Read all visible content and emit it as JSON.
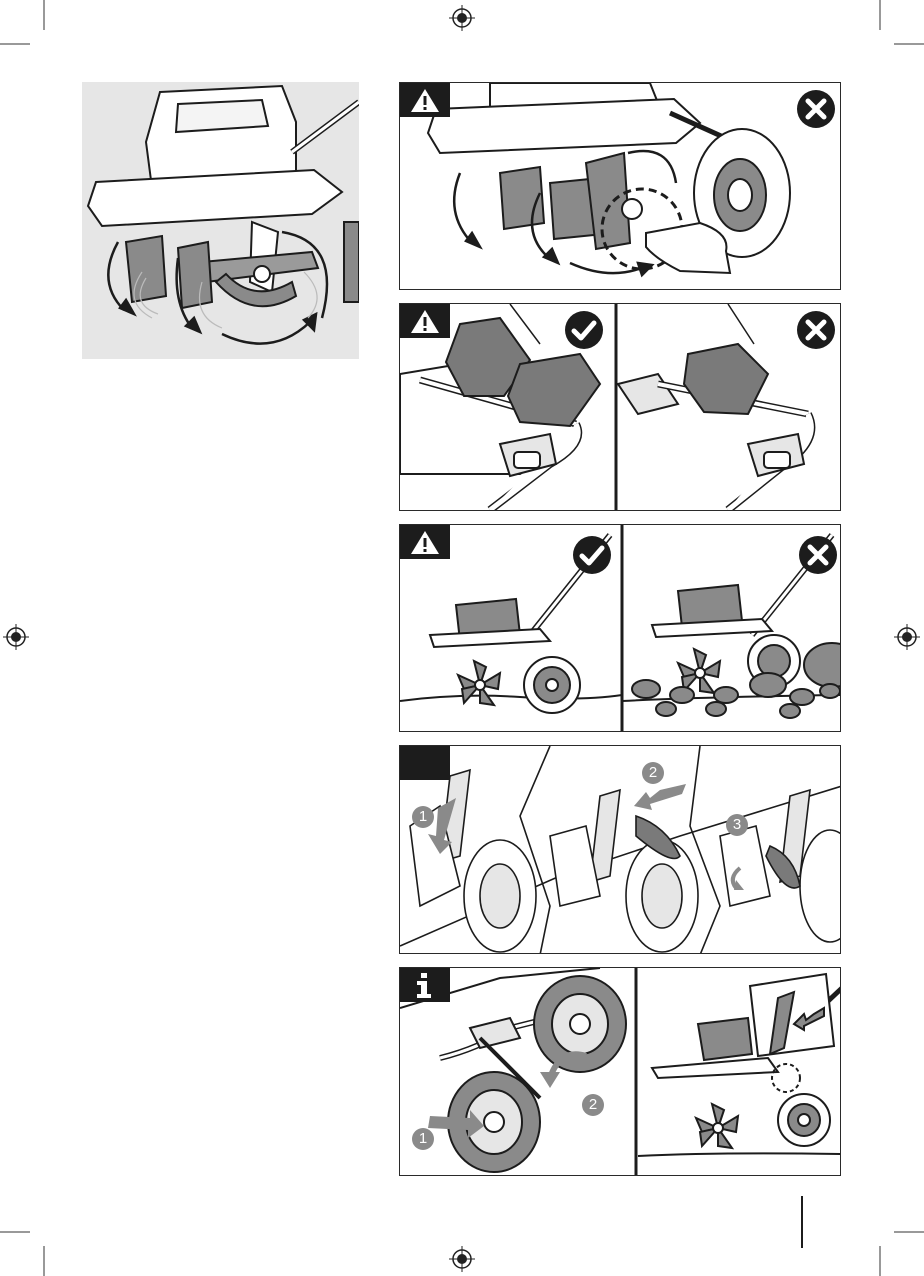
{
  "page": {
    "number": "",
    "colors": {
      "ink": "#1c1c1c",
      "panel_bg": "#ffffff",
      "gray_fill": "#e6e6e6",
      "mid_gray": "#8a8a8a"
    }
  },
  "panels": [
    {
      "id": "intro-tines",
      "badge": "none",
      "verdict": "none"
    },
    {
      "id": "hand-near-tines",
      "badge": "warning-icon",
      "verdict": "cross-icon"
    },
    {
      "id": "grip",
      "badge": "warning-icon",
      "verdicts": [
        "check-icon",
        "cross-icon"
      ]
    },
    {
      "id": "stones",
      "badge": "warning-icon",
      "verdicts": [
        "check-icon",
        "cross-icon"
      ]
    },
    {
      "id": "depth-bar-assembly",
      "badge": "blank",
      "steps": [
        "1",
        "2",
        "3"
      ]
    },
    {
      "id": "wheels",
      "badge": "info-icon",
      "steps": [
        "1",
        "2"
      ]
    }
  ],
  "steps": {
    "s1": "1",
    "s2": "2",
    "s3": "3",
    "w1": "1",
    "w2": "2"
  }
}
